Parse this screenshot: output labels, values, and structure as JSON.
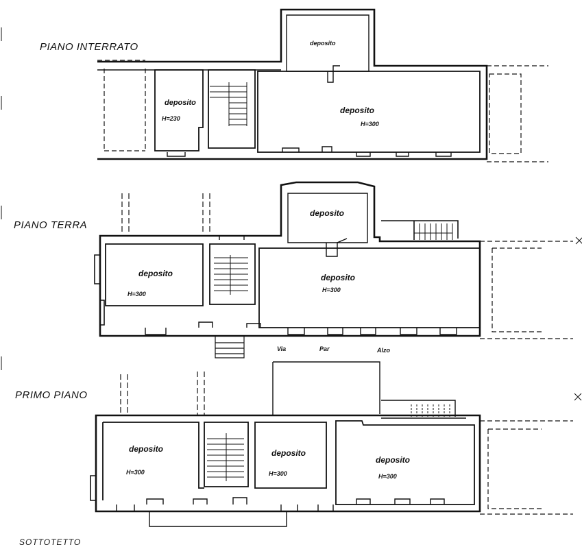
{
  "floors": {
    "interrato": {
      "title": "PIANO INTERRATO",
      "rooms": [
        {
          "name": "deposito"
        },
        {
          "name": "deposito",
          "height": "H=230"
        },
        {
          "name": "deposito",
          "height": "H=300"
        }
      ]
    },
    "terra": {
      "title": "PIANO TERRA",
      "rooms": [
        {
          "name": "deposito"
        },
        {
          "name": "deposito",
          "height": "H=300"
        },
        {
          "name": "deposito",
          "height": "H=300"
        }
      ],
      "street": [
        "Via",
        "Par",
        "Alzo"
      ]
    },
    "primo": {
      "title": "PRIMO PIANO",
      "rooms": [
        {
          "name": "deposito",
          "height": "H=300"
        },
        {
          "name": "deposito",
          "height": "H=300"
        },
        {
          "name": "deposito",
          "height": "H=300"
        }
      ]
    },
    "sottotetto": {
      "title": "SOTTOTETTO"
    }
  }
}
